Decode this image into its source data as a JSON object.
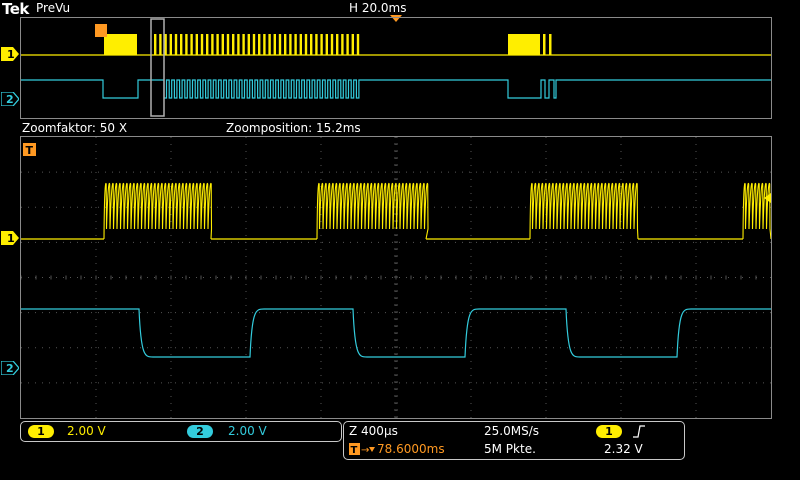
{
  "header": {
    "brand": "Tek",
    "mode": "PreVu",
    "horizontal_scale": "H 20.0ms"
  },
  "zoom": {
    "factor": "Zoomfaktor: 50 X",
    "position": "Zoomposition: 15.2ms"
  },
  "channels": [
    {
      "id": "1",
      "color": "#ffee00",
      "scale": "2.00 V"
    },
    {
      "id": "2",
      "color": "#33ccdd",
      "scale": "2.00 V"
    }
  ],
  "trigger_marker": "T",
  "timebase": {
    "zoom_scale": "Z 400µs",
    "sample_rate": "25.0MS/s",
    "trigger_position": "78.6000ms",
    "record_length": "5M Pkte.",
    "trigger_source": "1",
    "trigger_slope_icon": "rising-edge-icon",
    "trigger_level": "2.32 V"
  },
  "colors": {
    "ch1": "#ffee00",
    "ch2": "#33ccdd",
    "trigger": "#ff9922",
    "grid": "#555555"
  }
}
